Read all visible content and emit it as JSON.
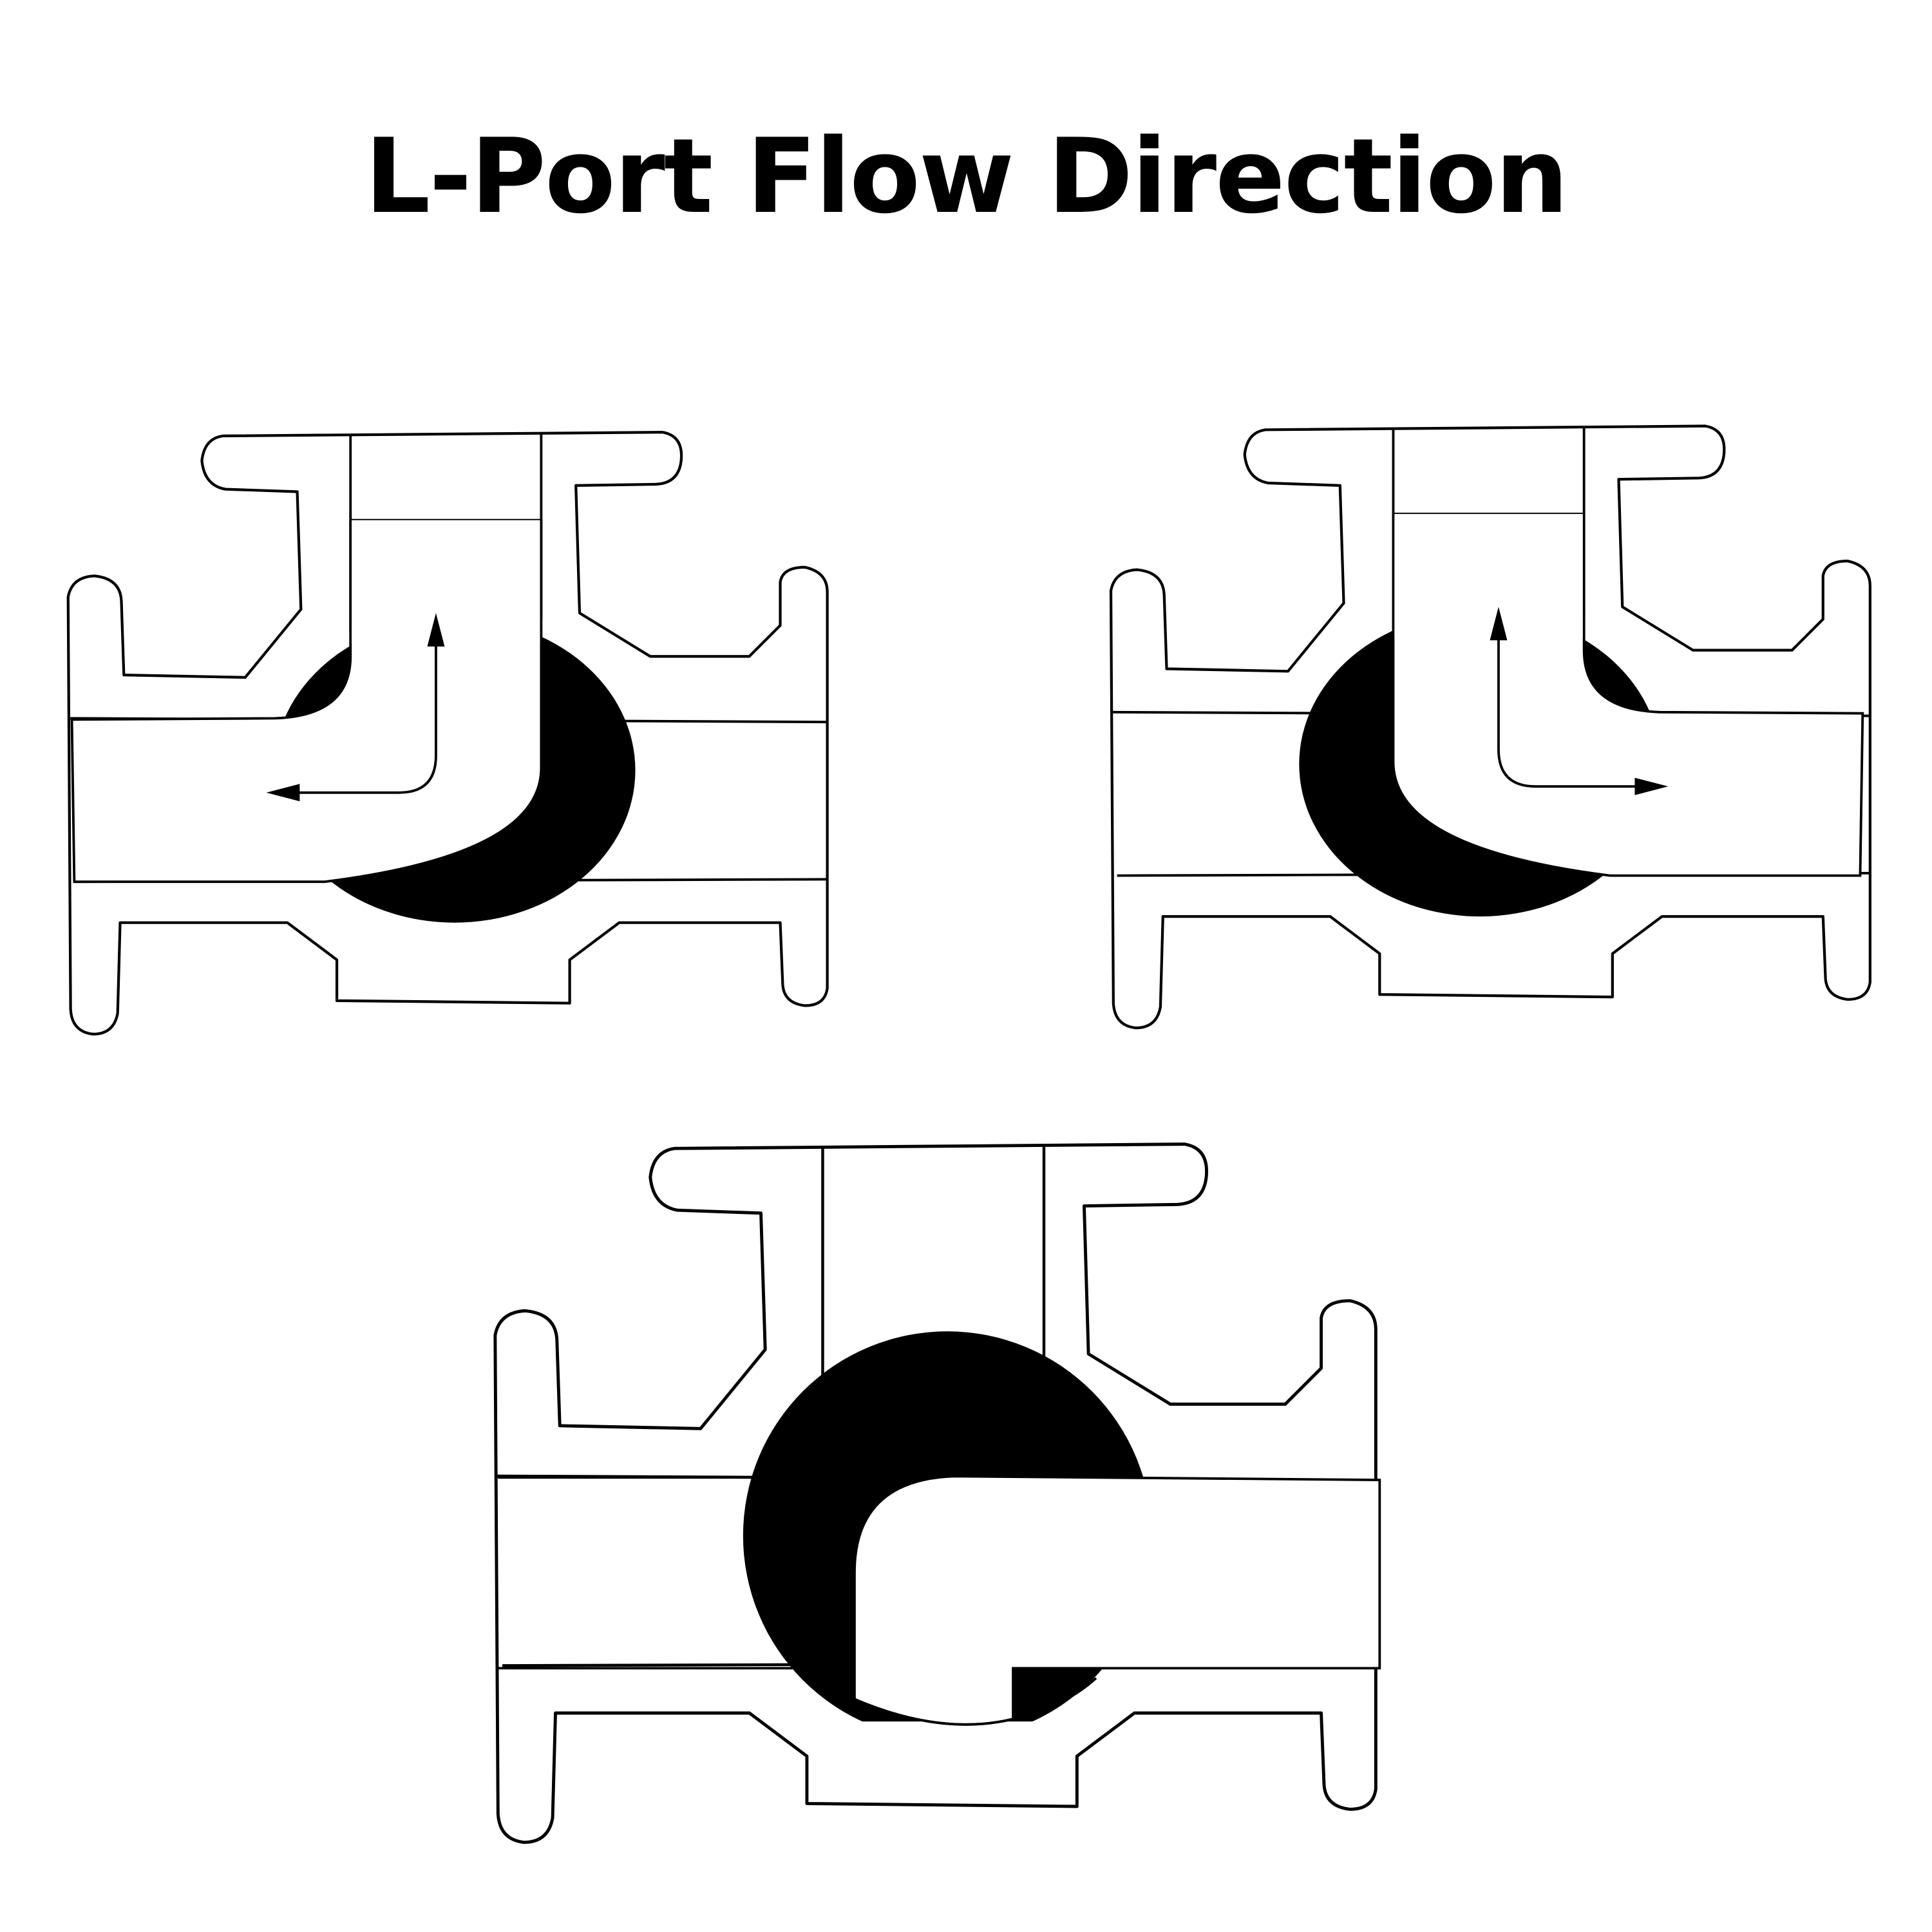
{
  "title": "L-Port Flow Direction",
  "diagrams": [
    {
      "name": "valve-position-1",
      "flow": "top-to-left"
    },
    {
      "name": "valve-position-2",
      "flow": "top-to-right"
    },
    {
      "name": "valve-position-3",
      "flow": "right-to-bottom"
    }
  ],
  "colors": {
    "ink": "#000000",
    "background": "#ffffff"
  }
}
